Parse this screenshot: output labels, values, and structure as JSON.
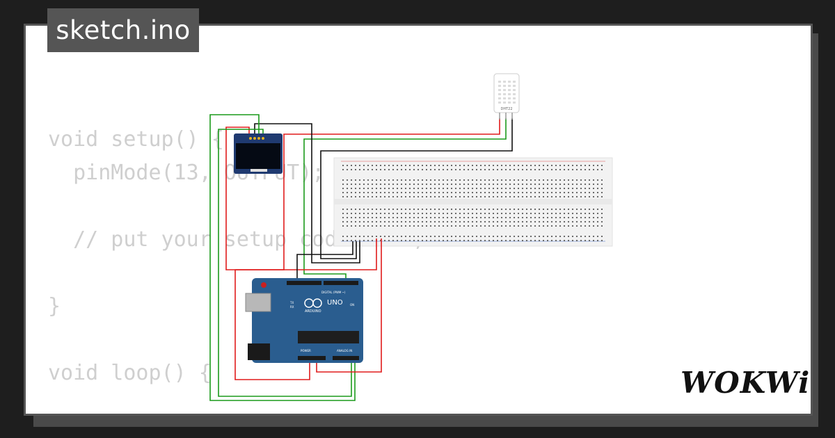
{
  "title": "sketch.ino",
  "code_lines": [
    "void setup() {",
    "  pinMode(13, OUTPUT);",
    "",
    "  // put your setup code here, to run once:",
    "",
    "}",
    "",
    "void loop() {"
  ],
  "logo": "WOKWi",
  "sensor_label": "DHT22",
  "board": {
    "name": "UNO",
    "brand": "ARDUINO",
    "header_digital": "DIGITAL (PWM ~)",
    "header_analog": "ANALOG IN",
    "header_power": "POWER",
    "label_tx": "TX",
    "label_rx": "RX",
    "label_on": "ON"
  },
  "colors": {
    "wire_red": "#e01b1b",
    "wire_green": "#1a9a1a",
    "wire_black": "#111111",
    "board_blue": "#2a5d8f",
    "code_gray": "#cfcfcf",
    "tab_bg": "#555555"
  }
}
